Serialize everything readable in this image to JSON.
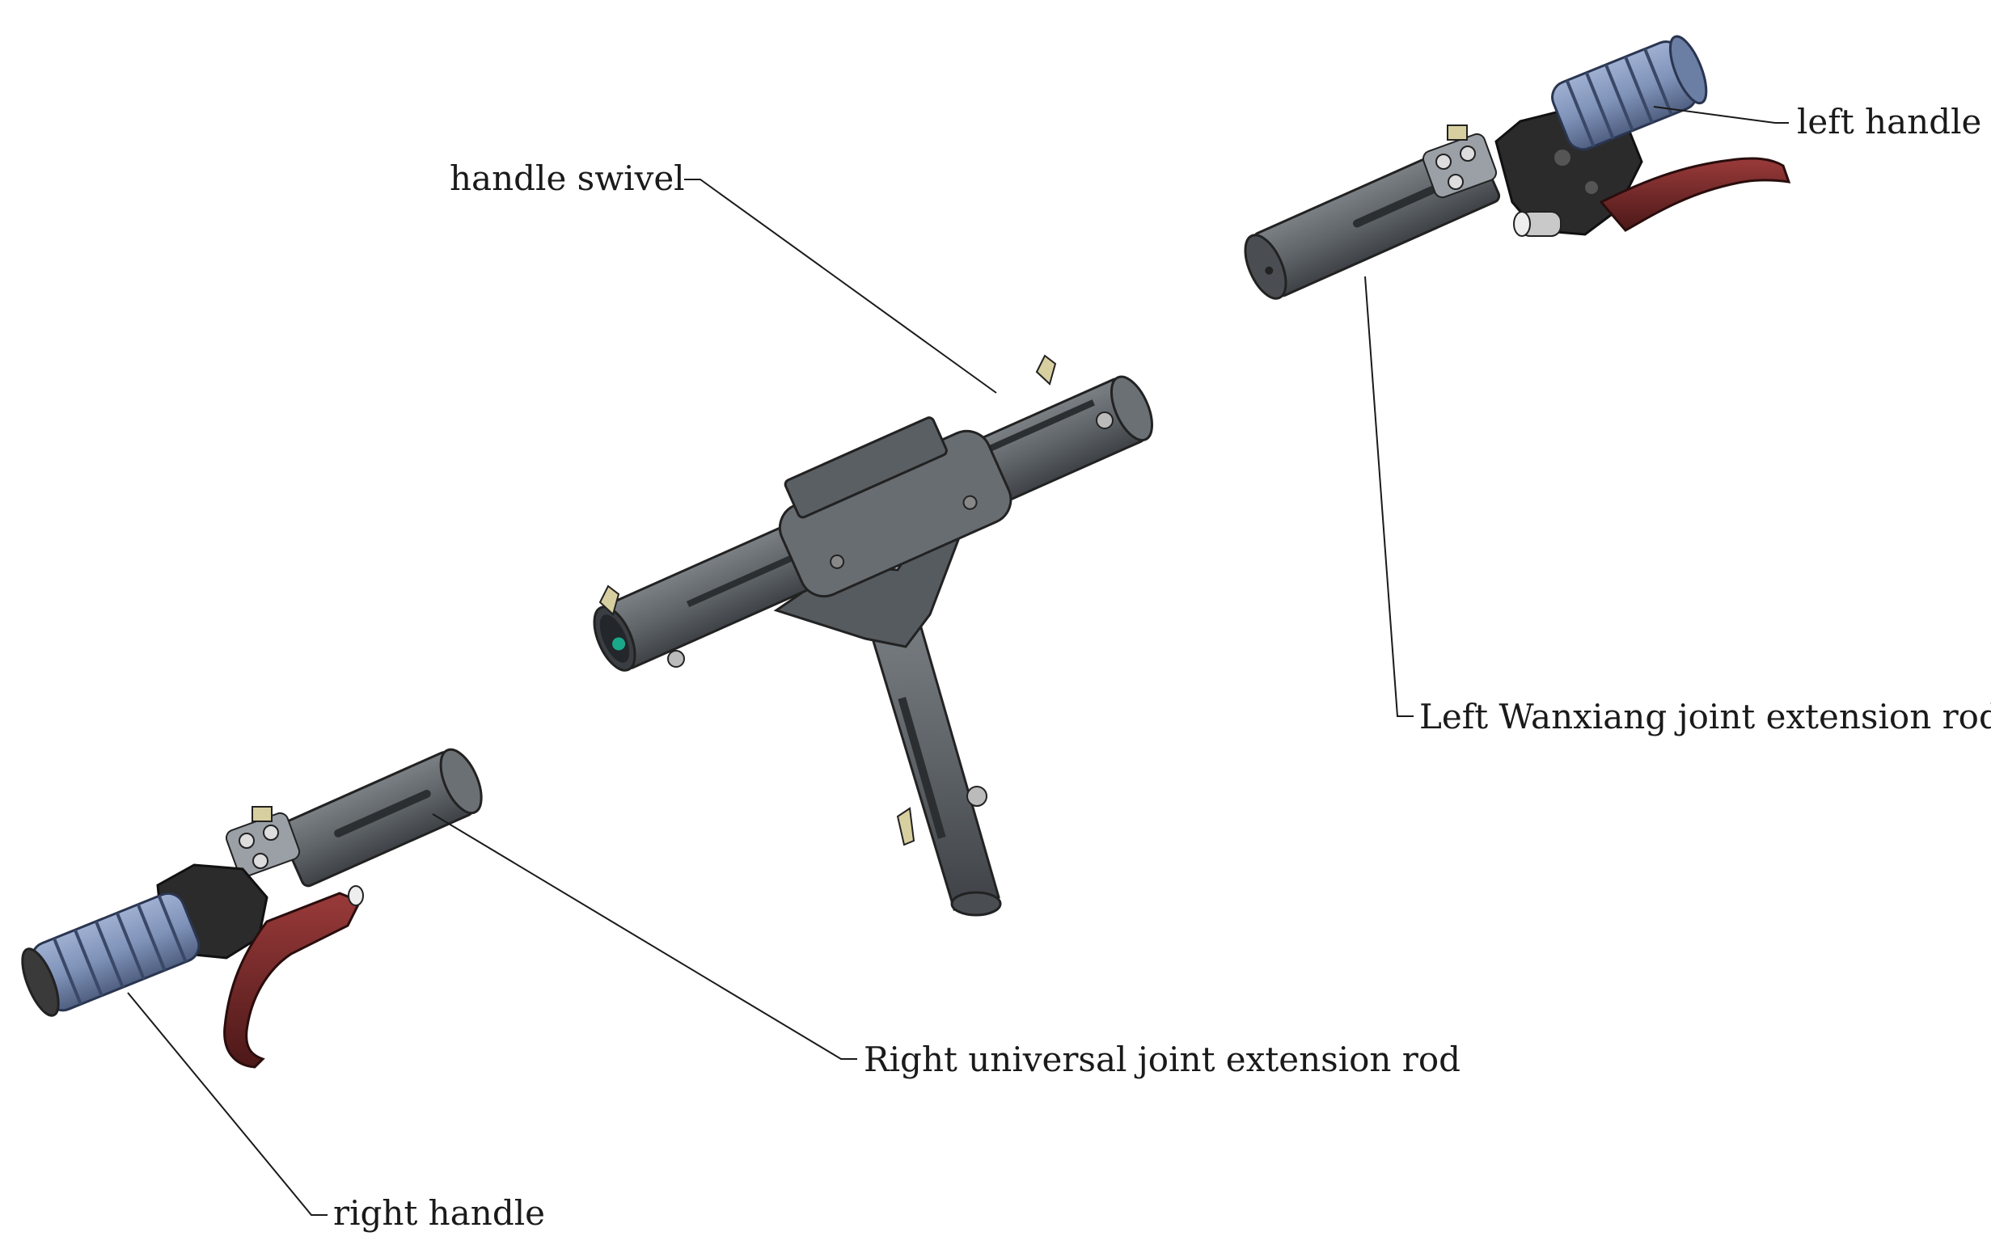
{
  "labels": {
    "left_handle": "left handle",
    "handle_swivel": "handle swivel",
    "left_wanxiang_rod": "Left Wanxiang joint extension rod",
    "right_universal_rod": "Right universal joint extension rod",
    "right_handle": "right handle"
  },
  "colors": {
    "tube": "#5f6469",
    "tube_dark": "#3c4044",
    "grip": "#7f92b8",
    "grip_dark": "#4f5f80",
    "lever": "#7a2a2a",
    "clamp": "#2b2b2b",
    "accent_green": "#1aa88a",
    "leader": "#1a1a1a"
  }
}
